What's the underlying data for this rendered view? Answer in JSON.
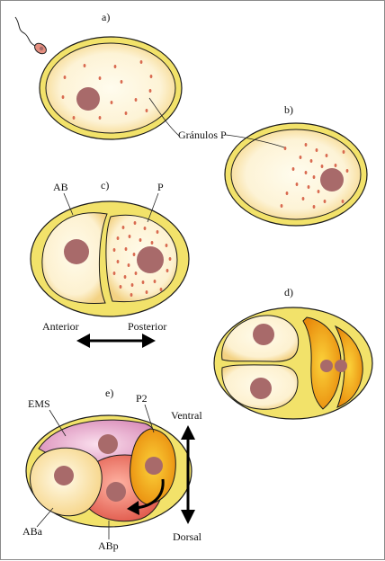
{
  "panels": {
    "a": {
      "label": "a)"
    },
    "b": {
      "label": "b)"
    },
    "c": {
      "label": "c)",
      "cell_left": "AB",
      "cell_right": "P"
    },
    "d": {
      "label": "d)"
    },
    "e": {
      "label": "e)",
      "cells": [
        "EMS",
        "P2",
        "ABa",
        "ABp"
      ]
    }
  },
  "labels": {
    "granules": "Gránulos P",
    "anterior": "Anterior",
    "posterior": "Posterior",
    "ventral": "Ventral",
    "dorsal": "Dorsal"
  },
  "colors": {
    "eggshell": "#f2e26a",
    "cytoplasm": "#fdf5dc",
    "nucleus": "#a86a6a",
    "granule": "#d96a50",
    "ems": "#e9a4c8",
    "abp": "#f07a68",
    "p2": "#f2a81a",
    "outline": "#1a1a1a"
  }
}
